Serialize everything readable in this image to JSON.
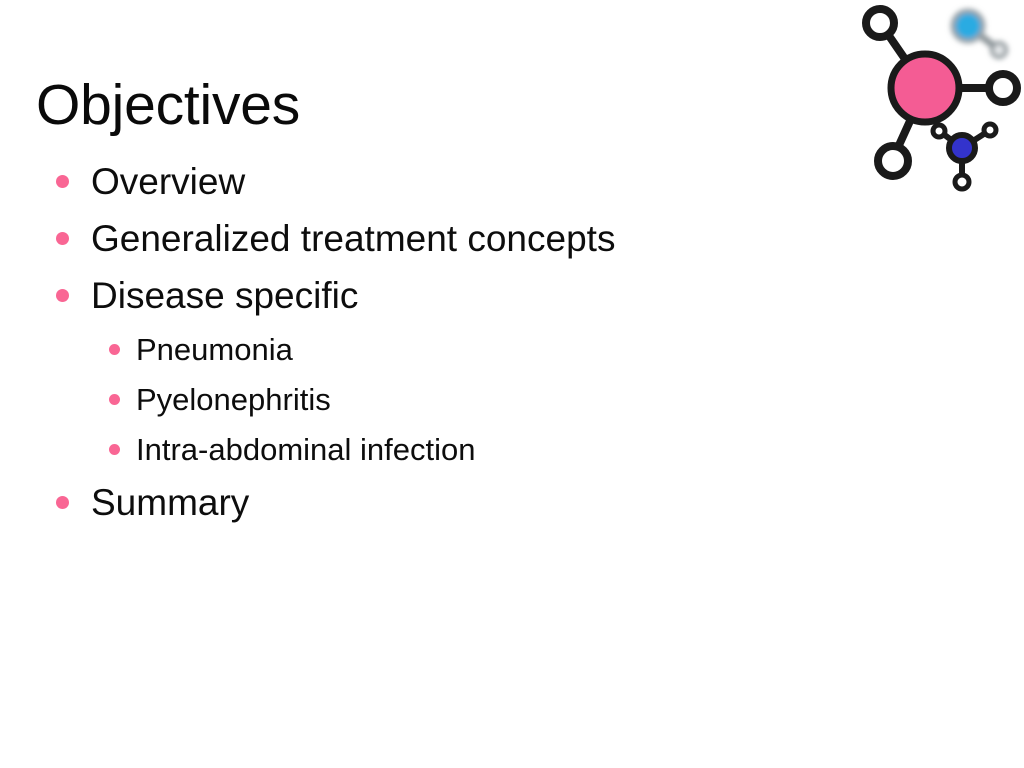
{
  "slide": {
    "title": "Objectives",
    "background_color": "#FFFFFF",
    "text_color": "#0D0D0D",
    "accent_color": "#F96694"
  },
  "content": {
    "bullets": [
      {
        "level": 1,
        "text": "Overview"
      },
      {
        "level": 1,
        "text": "Generalized treatment concepts"
      },
      {
        "level": 1,
        "text": "Disease specific"
      },
      {
        "level": 2,
        "text": "Pneumonia"
      },
      {
        "level": 2,
        "text": "Pyelonephritis"
      },
      {
        "level": 2,
        "text": "Intra-abdominal infection"
      },
      {
        "level": 1,
        "text": "Summary"
      }
    ]
  },
  "decoration": {
    "name": "molecule-graphic",
    "atoms": {
      "primary_pink": "#F45C94",
      "accent_cyan": "#29ABE2",
      "accent_blue": "#3333CC",
      "outline": "#1A1A1A",
      "hollow_fill": "#FFFFFF"
    }
  }
}
